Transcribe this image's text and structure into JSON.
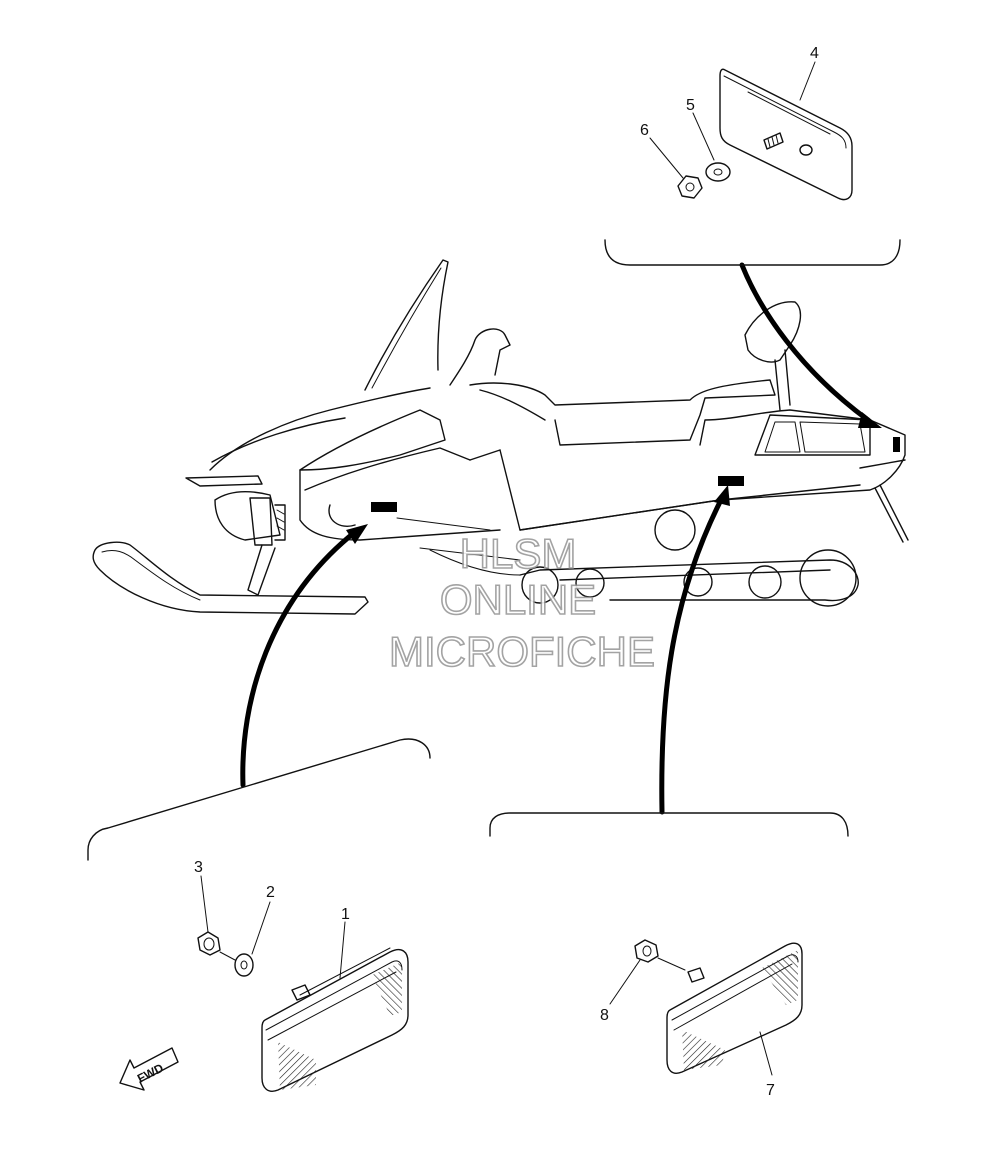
{
  "watermark": {
    "line1": "HLSM",
    "line2": "ONLINE",
    "line3": "MICROFICHE"
  },
  "direction_label": "FWD",
  "callouts": [
    "1",
    "2",
    "3",
    "4",
    "5",
    "6",
    "7",
    "8"
  ],
  "colors": {
    "line": "#111111",
    "background": "#ffffff",
    "watermark_outline": "#9a9a9a"
  }
}
